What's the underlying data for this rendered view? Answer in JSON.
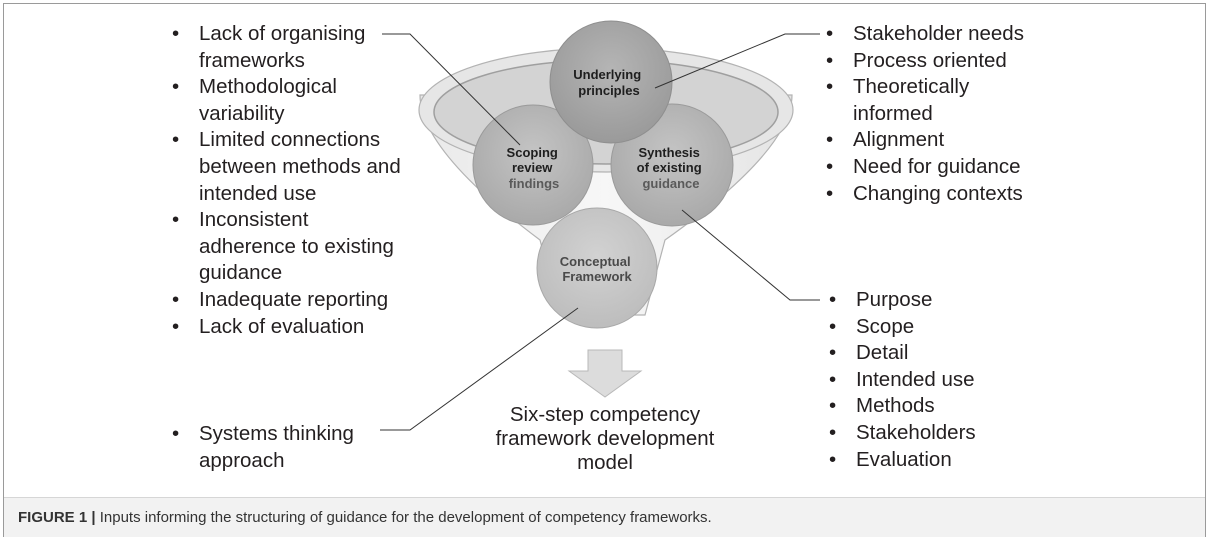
{
  "caption": {
    "label": "FIGURE 1 |",
    "text": "Inputs informing the structuring of guidance for the development of competency frameworks."
  },
  "funnel": {
    "underlying_principles": [
      "Underlying",
      "principles"
    ],
    "scoping_review": [
      "Scoping",
      "review",
      "findings"
    ],
    "synthesis": [
      "Synthesis",
      "of existing",
      "guidance"
    ],
    "conceptual_framework": [
      "Conceptual",
      "Framework"
    ]
  },
  "output_text": [
    "Six-step competency",
    "framework development",
    "model"
  ],
  "left_list": [
    "Lack of organising frameworks",
    "Methodological variability",
    "Limited connections between methods and intended use",
    "Inconsistent adherence to existing guidance",
    "Inadequate reporting",
    "Lack of evaluation"
  ],
  "left_bottom_list": [
    "Systems thinking approach"
  ],
  "right_top_list": [
    "Stakeholder needs",
    "Process oriented",
    "Theoretically informed",
    "Alignment",
    "Need for guidance",
    "Changing contexts"
  ],
  "right_bottom_list": [
    "Purpose",
    "Scope",
    "Detail",
    "Intended use",
    "Methods",
    "Stakeholders",
    "Evaluation"
  ]
}
